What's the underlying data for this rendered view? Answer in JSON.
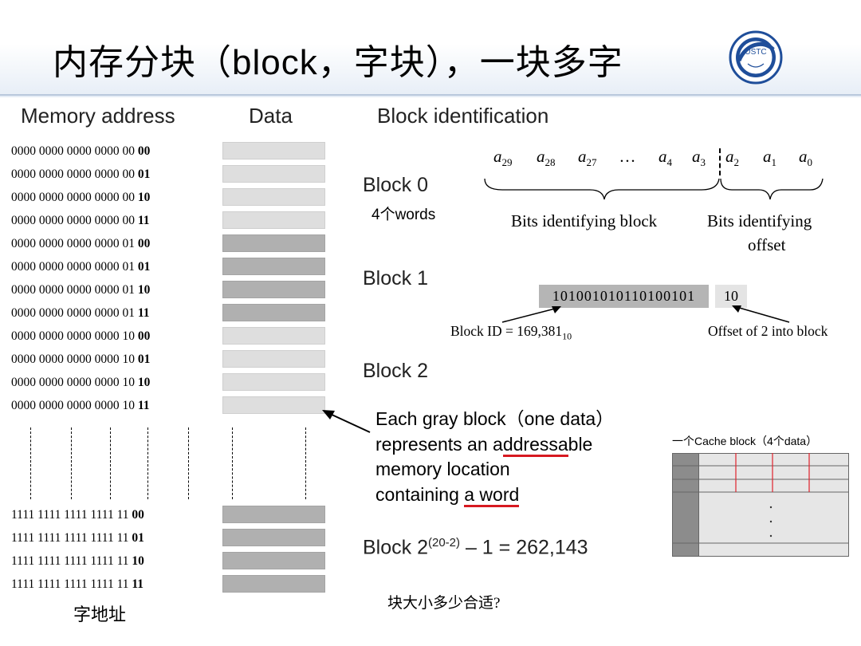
{
  "title": "内存分块（block，字块），一块多字",
  "columns": {
    "memory_address": "Memory address",
    "data": "Data",
    "block_identification": "Block identification"
  },
  "address_rows": [
    {
      "prefix": "0000 0000 0000 0000 00 ",
      "suffix": "00",
      "shade": "light"
    },
    {
      "prefix": "0000 0000 0000 0000 00 ",
      "suffix": "01",
      "shade": "light"
    },
    {
      "prefix": "0000 0000 0000 0000 00 ",
      "suffix": "10",
      "shade": "light"
    },
    {
      "prefix": "0000 0000 0000 0000 00 ",
      "suffix": "11",
      "shade": "light"
    },
    {
      "prefix": "0000 0000 0000 0000 01 ",
      "suffix": "00",
      "shade": "dark"
    },
    {
      "prefix": "0000 0000 0000 0000 01 ",
      "suffix": "01",
      "shade": "dark"
    },
    {
      "prefix": "0000 0000 0000 0000 01 ",
      "suffix": "10",
      "shade": "dark"
    },
    {
      "prefix": "0000 0000 0000 0000 01 ",
      "suffix": "11",
      "shade": "dark"
    },
    {
      "prefix": "0000 0000 0000 0000 10 ",
      "suffix": "00",
      "shade": "light"
    },
    {
      "prefix": "0000 0000 0000 0000 10 ",
      "suffix": "01",
      "shade": "light"
    },
    {
      "prefix": "0000 0000 0000 0000 10 ",
      "suffix": "10",
      "shade": "light"
    },
    {
      "prefix": "0000 0000 0000 0000 10 ",
      "suffix": "11",
      "shade": "light"
    },
    {
      "prefix": "1111 1111 1111 1111 11 ",
      "suffix": "00",
      "shade": "dark"
    },
    {
      "prefix": "1111 1111 1111 1111 11 ",
      "suffix": "01",
      "shade": "dark"
    },
    {
      "prefix": "1111 1111 1111 1111 11 ",
      "suffix": "10",
      "shade": "dark"
    },
    {
      "prefix": "1111 1111 1111 1111 11 ",
      "suffix": "11",
      "shade": "dark"
    }
  ],
  "word_address_label": "字地址",
  "blocks": {
    "block0": "Block 0",
    "block0_note": "4个words",
    "block1": "Block 1",
    "block2": "Block 2",
    "last_prefix": "Block 2",
    "last_exponent": "(20-2)",
    "last_suffix": " – 1 = 262,143"
  },
  "bits": {
    "labels": [
      {
        "base": "a",
        "sub": "29"
      },
      {
        "base": "a",
        "sub": "28"
      },
      {
        "base": "a",
        "sub": "27"
      },
      {
        "base": "…",
        "sub": ""
      },
      {
        "base": "a",
        "sub": "4"
      },
      {
        "base": "a",
        "sub": "3"
      },
      {
        "base": "a",
        "sub": "2"
      },
      {
        "base": "a",
        "sub": "1"
      },
      {
        "base": "a",
        "sub": "0"
      }
    ],
    "block_bits_label": "Bits identifying block",
    "offset_label_line1": "Bits identifying",
    "offset_label_line2": "offset"
  },
  "example": {
    "block_id_bits": "101001010110100101",
    "offset_bits": "10",
    "block_id_caption": "Block ID = 169,381",
    "block_id_base": "10",
    "offset_caption": "Offset of 2 into block"
  },
  "note_lines": {
    "line1_a": "Each gray block",
    "line1_b": "（one data）",
    "line2_a": "represents an a",
    "line2_ul": "ddressa",
    "line2_b": "ble",
    "line3": "memory location",
    "line4_a": "containing ",
    "line4_ul": "a word"
  },
  "cache_block_label": "一个Cache block（4个data）",
  "question": "块大小多少合适?",
  "logo_text": "USTC",
  "colors": {
    "light_cell": "#dedede",
    "dark_cell": "#b0b0b0",
    "underline": "#d71920",
    "cache_grid_red": "#e0202a"
  }
}
